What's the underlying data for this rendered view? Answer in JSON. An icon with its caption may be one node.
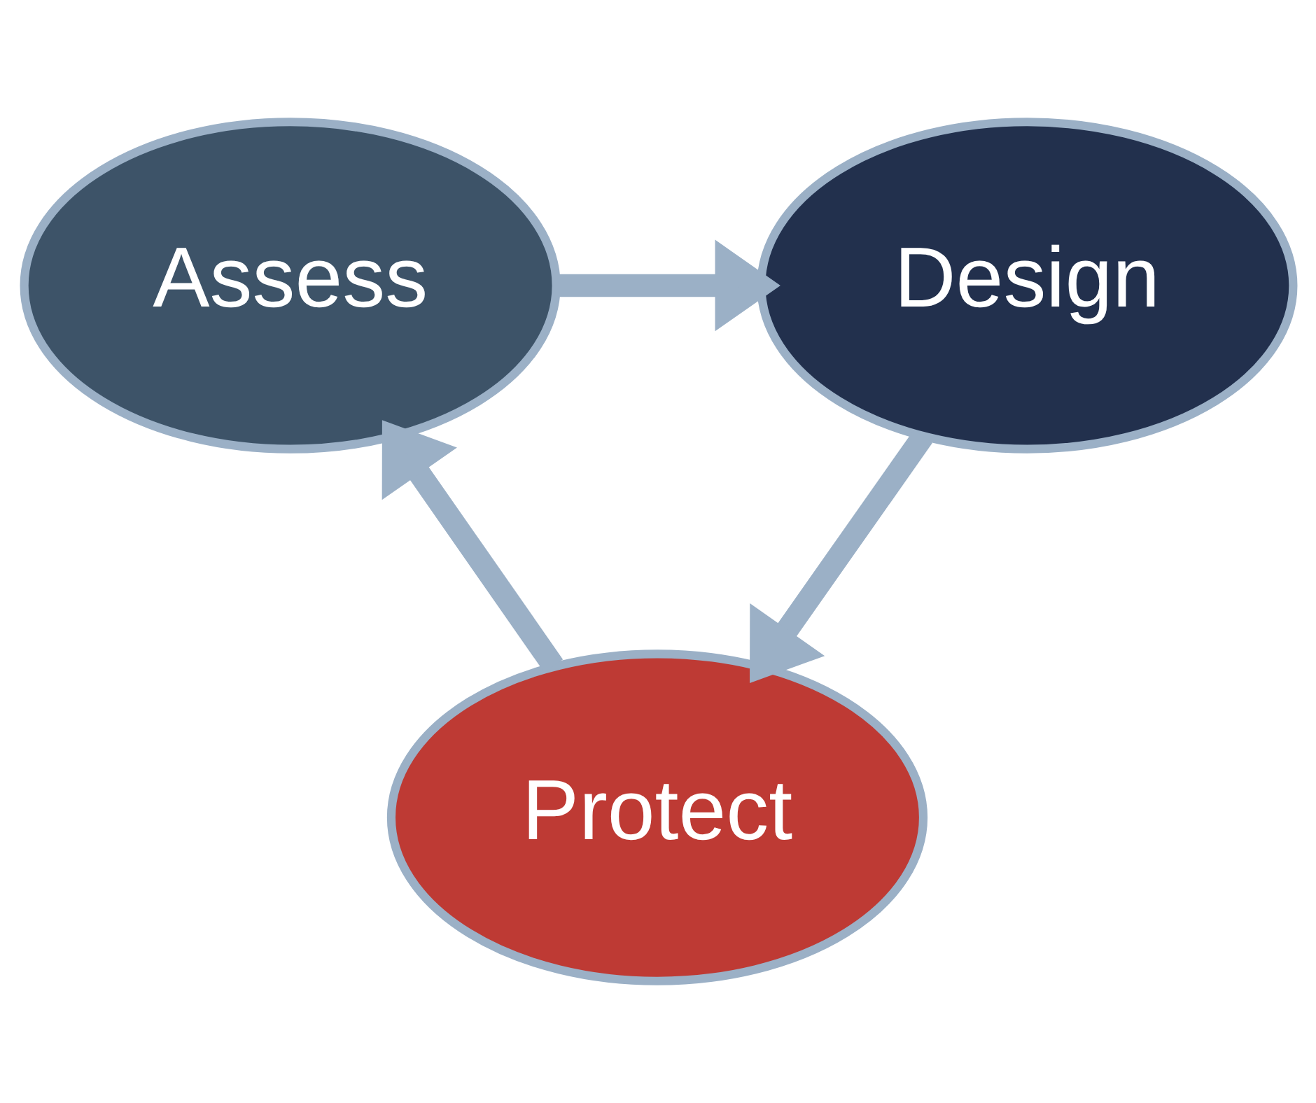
{
  "diagram": {
    "nodes": [
      {
        "text": [
          "Assess"
        ]
      },
      {
        "text": [
          "Design"
        ]
      },
      {
        "text": [
          "Protect"
        ]
      }
    ],
    "edges": [
      {
        "from": 0,
        "to": 1,
        "arrow": "to"
      },
      {
        "from": 1,
        "to": 2,
        "arrow": "to"
      },
      {
        "from": 2,
        "to": 0,
        "arrow": "to"
      }
    ]
  }
}
